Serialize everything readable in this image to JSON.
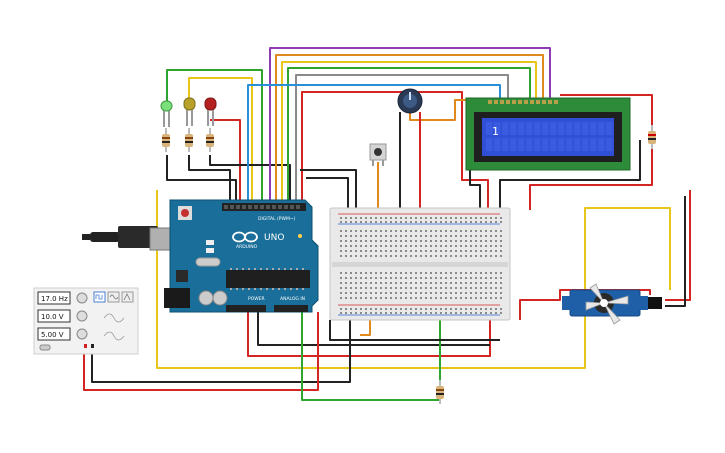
{
  "arduino": {
    "brand": "ARDUINO",
    "model": "UNO",
    "header_digital": "DIGITAL (PWM~)",
    "header_power": "POWER",
    "header_analog": "ANALOG IN"
  },
  "lcd": {
    "line1": "1"
  },
  "button_label": "",
  "function_generator": {
    "frequency": "17.0 Hz",
    "amplitude": "10.0 V",
    "offset": "5.00 V"
  },
  "colors": {
    "wire_red": "#d42525",
    "wire_black": "#222222",
    "wire_yellow": "#e8c619",
    "wire_green": "#2fa52f",
    "wire_orange": "#e08a1e",
    "wire_purple": "#8e3bb5",
    "wire_blue": "#2a8fd6",
    "wire_gray": "#8a8a8a",
    "arduino_board": "#1a6f9a",
    "lcd_board": "#2e8b3a",
    "lcd_screen": "#2f4fd6"
  }
}
